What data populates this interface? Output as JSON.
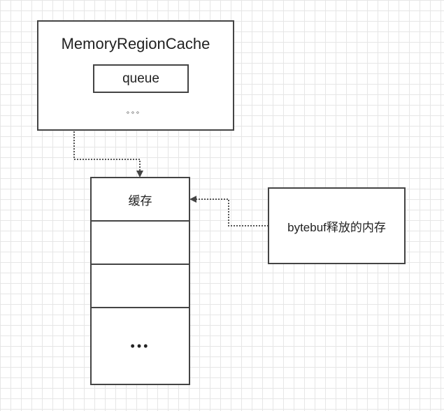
{
  "memory_region_cache": {
    "title": "MemoryRegionCache",
    "queue_label": "queue",
    "ellipsis": "。。。"
  },
  "cache_stack": {
    "header_label": "缓存",
    "ellipsis": "•••"
  },
  "released_memory": {
    "label": "bytebuf释放的内存"
  },
  "colors": {
    "stroke": "#444444",
    "arrow": "#555555",
    "grid": "#e6e6e6",
    "background": "#ffffff"
  }
}
